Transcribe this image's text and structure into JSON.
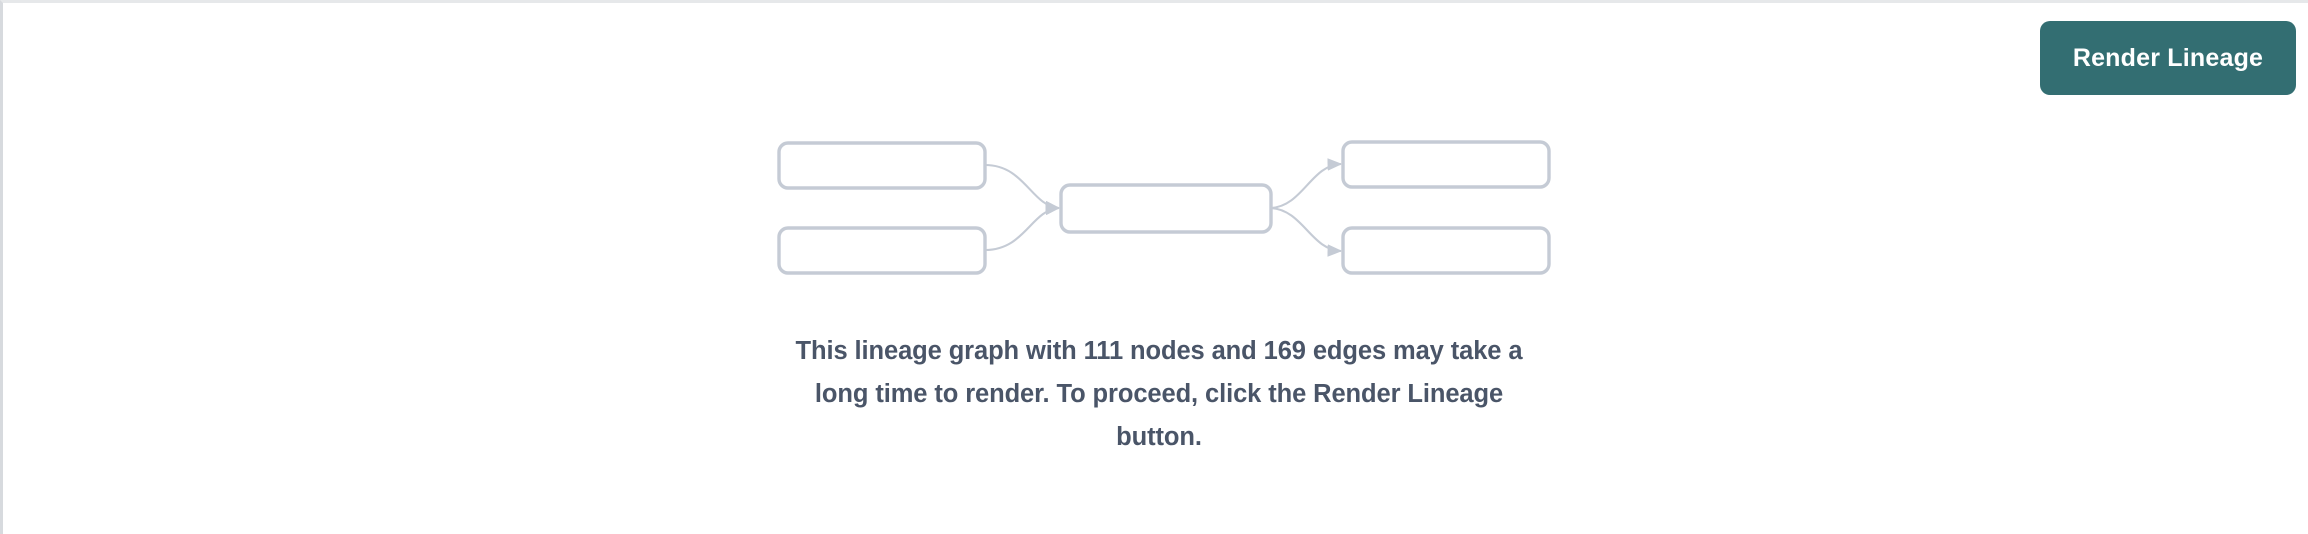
{
  "page": {
    "background_color": "#ffffff",
    "border_color": "#e6e8ea"
  },
  "toolbar": {
    "render_button_label": "Render Lineage",
    "render_button_color": "#336e72",
    "render_button_text_color": "#ffffff"
  },
  "placeholder_graph": {
    "node_border_color": "#c5cbd5",
    "edge_color": "#c5cbd5",
    "nodes": [
      {
        "id": "left-top",
        "label": ""
      },
      {
        "id": "left-bottom",
        "label": ""
      },
      {
        "id": "center",
        "label": ""
      },
      {
        "id": "right-top",
        "label": ""
      },
      {
        "id": "right-bottom",
        "label": ""
      }
    ],
    "edges": [
      {
        "from": "left-top",
        "to": "center"
      },
      {
        "from": "left-bottom",
        "to": "center"
      },
      {
        "from": "center",
        "to": "right-top"
      },
      {
        "from": "center",
        "to": "right-bottom"
      }
    ]
  },
  "message": {
    "text": "This lineage graph with 111 nodes and 169 edges may take a long time to render. To proceed, click the Render Lineage button.",
    "node_count": 111,
    "edge_count": 169,
    "text_color": "#4a5568"
  }
}
